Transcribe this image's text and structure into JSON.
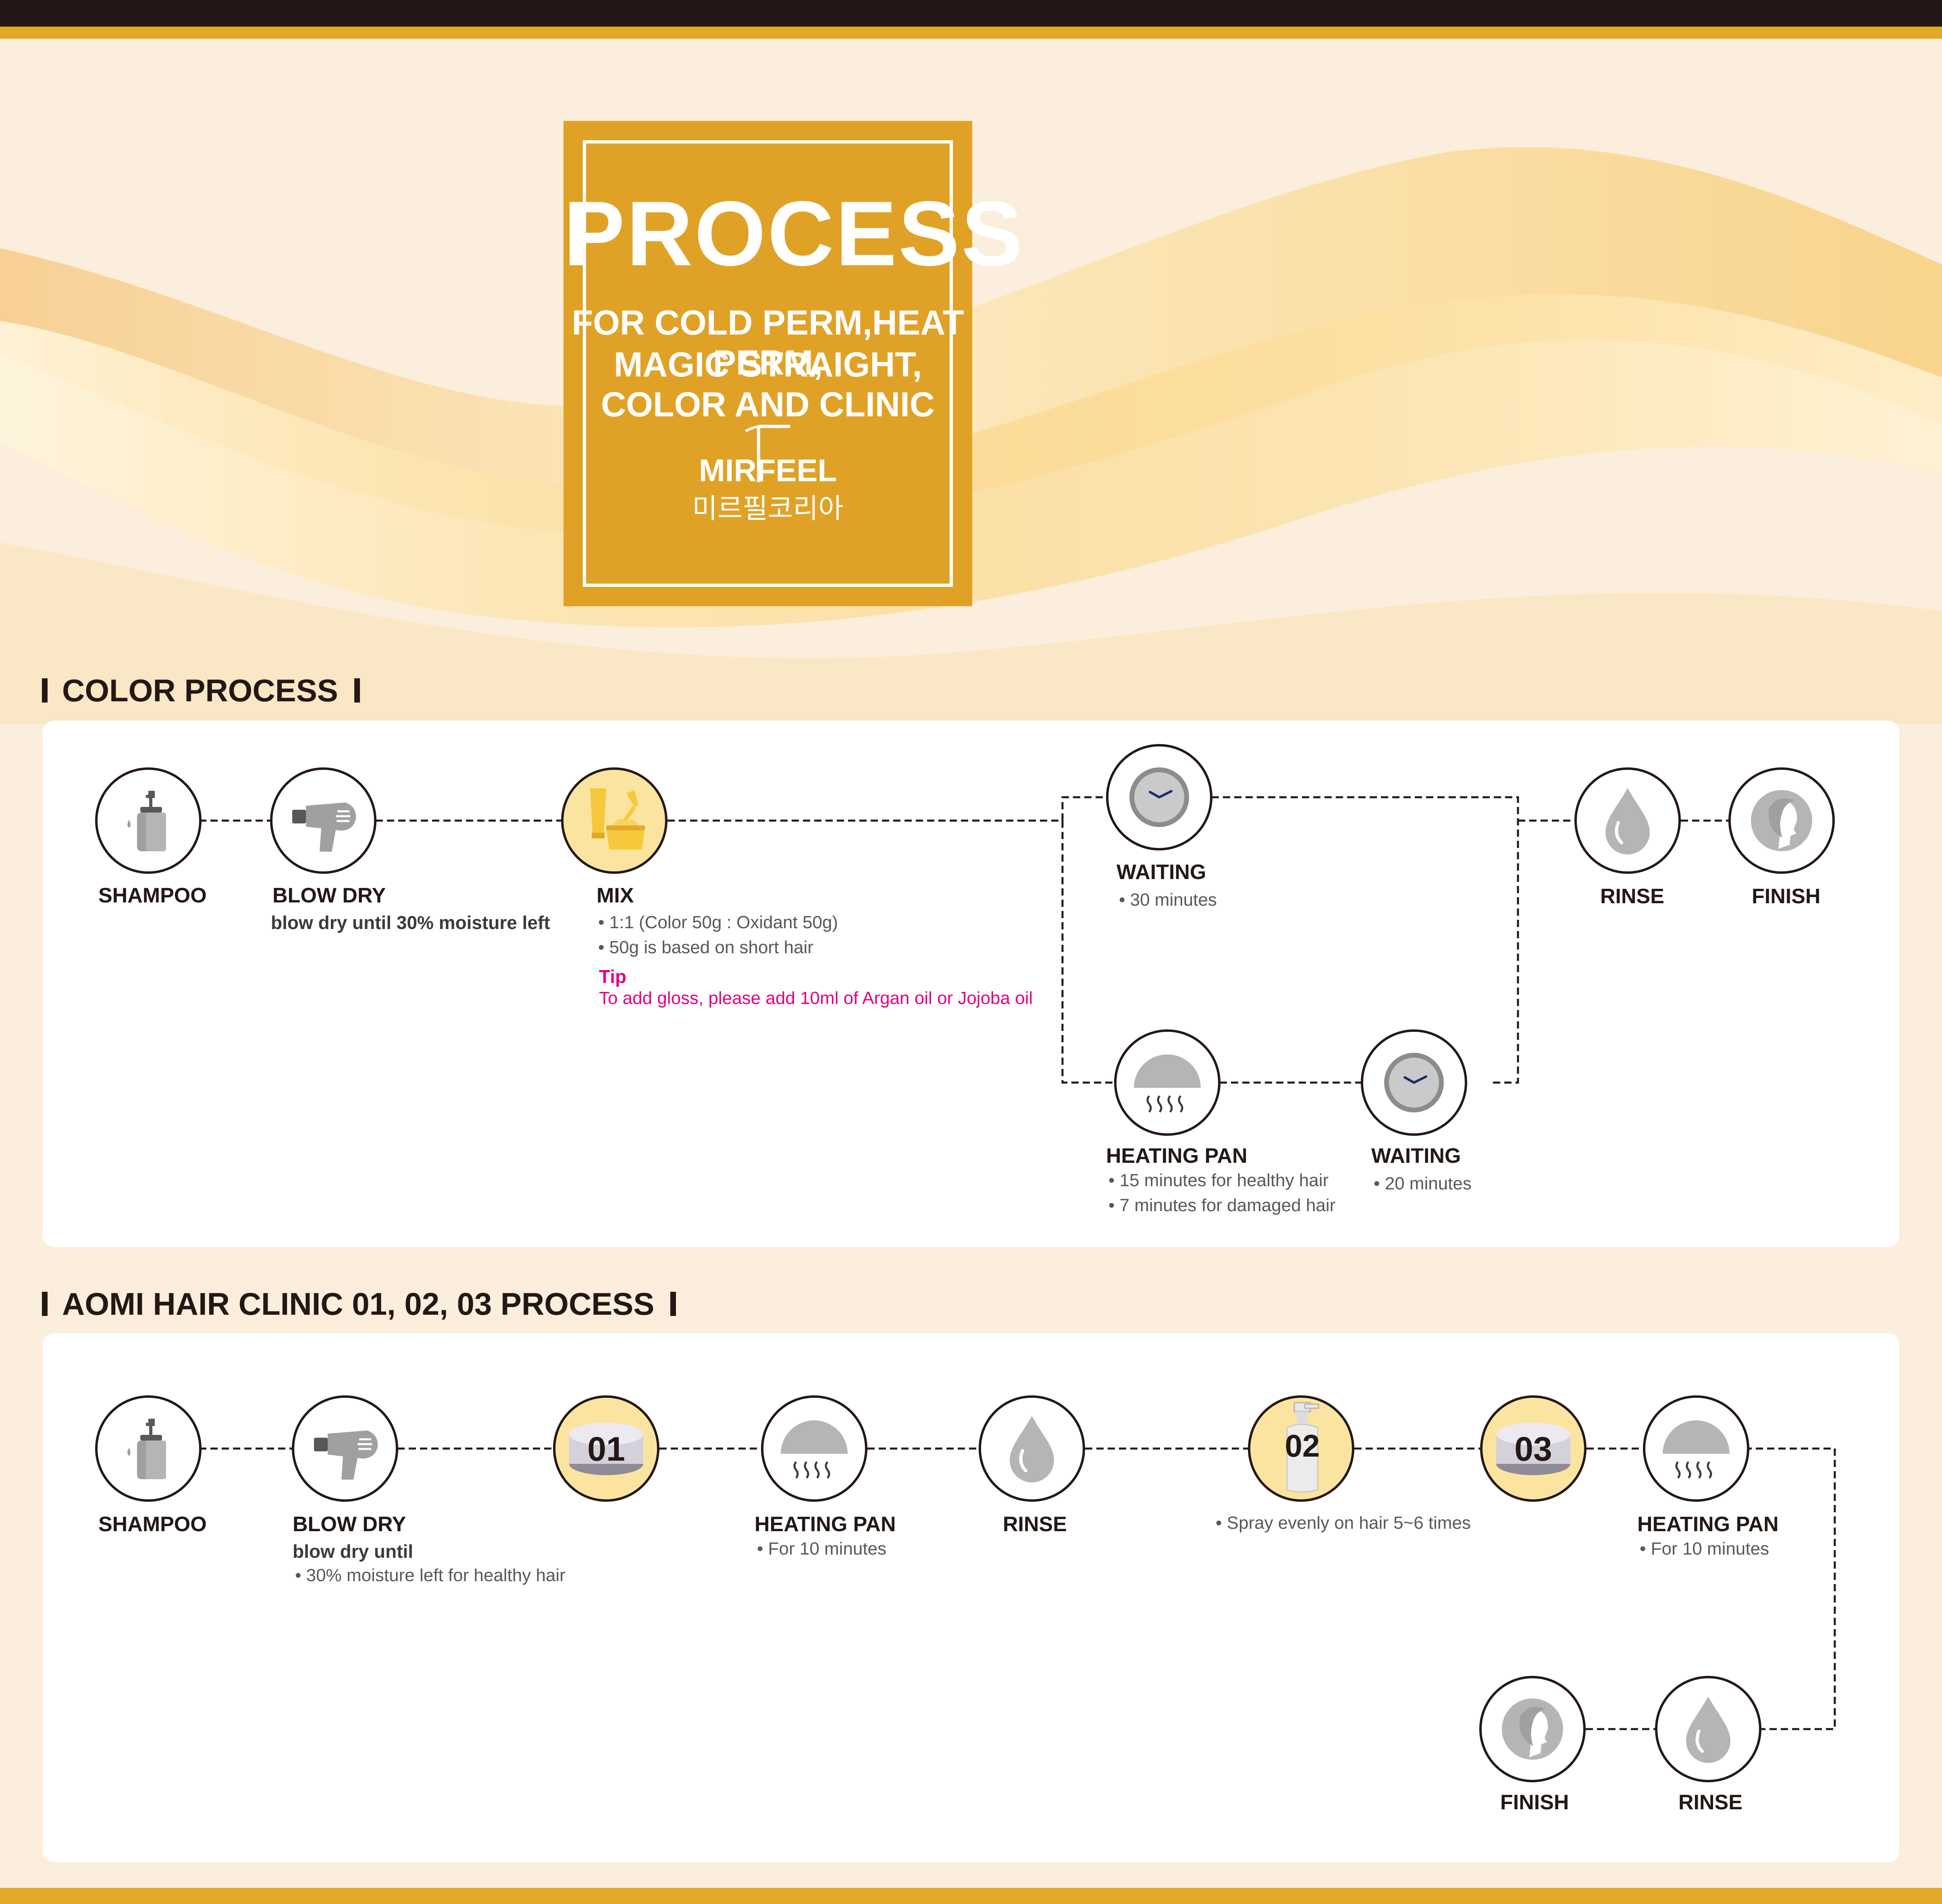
{
  "header": {
    "title": "PROCESS",
    "subtitle_line1": "FOR COLD PERM,HEAT PERM,",
    "subtitle_line2": "MAGIC STRAIGHT, COLOR AND CLINIC",
    "logo_text": "MIRFEEL",
    "logo_korean": "미르필코리아"
  },
  "colors": {
    "gold": "#e0a226",
    "dark": "#231815",
    "tip": "#e4007f",
    "icon_fill_gold": "#fbe49f"
  },
  "color_process": {
    "title": "COLOR PROCESS",
    "steps": {
      "shampoo": {
        "label": "SHAMPOO",
        "icon": "shampoo-bottle-icon"
      },
      "blow_dry": {
        "label": "BLOW DRY",
        "note": "blow dry until 30% moisture left",
        "icon": "hair-dryer-icon"
      },
      "mix": {
        "label": "MIX",
        "notes": [
          "• 1:1 (Color 50g : Oxidant 50g)",
          "• 50g is based on short hair"
        ],
        "tip_title": "Tip",
        "tip_text": "To add gloss, please add 10ml of Argan oil or Jojoba oil",
        "icon": "mixing-bowl-icon"
      },
      "waiting1": {
        "label": "WAITING",
        "note": "• 30 minutes",
        "icon": "clock-icon"
      },
      "heating_pan": {
        "label": "HEATING PAN",
        "notes": [
          "• 15 minutes for healthy hair",
          "• 7 minutes for damaged hair"
        ],
        "icon": "heating-pan-icon"
      },
      "waiting2": {
        "label": "WAITING",
        "note": "• 20 minutes",
        "icon": "clock-icon"
      },
      "rinse": {
        "label": "RINSE",
        "icon": "water-drop-icon"
      },
      "finish": {
        "label": "FINISH",
        "icon": "woman-profile-icon"
      }
    }
  },
  "clinic_process": {
    "title": "AOMI HAIR CLINIC 01, 02, 03 PROCESS",
    "steps": {
      "shampoo": {
        "label": "SHAMPOO"
      },
      "blow_dry": {
        "label": "BLOW DRY",
        "note1": "blow dry until",
        "note2": "• 30% moisture left for healthy hair"
      },
      "product01": {
        "badge": "01",
        "icon": "product-jar-icon"
      },
      "heating_pan1": {
        "label": "HEATING PAN",
        "note": "• For 10 minutes"
      },
      "rinse1": {
        "label": "RINSE"
      },
      "product02": {
        "badge": "02",
        "note": "• Spray evenly on hair 5~6 times",
        "icon": "spray-bottle-icon"
      },
      "product03": {
        "badge": "03",
        "icon": "product-jar-icon"
      },
      "heating_pan2": {
        "label": "HEATING PAN",
        "note": "• For 10 minutes"
      },
      "rinse2": {
        "label": "RINSE"
      },
      "finish": {
        "label": "FINISH"
      }
    }
  }
}
